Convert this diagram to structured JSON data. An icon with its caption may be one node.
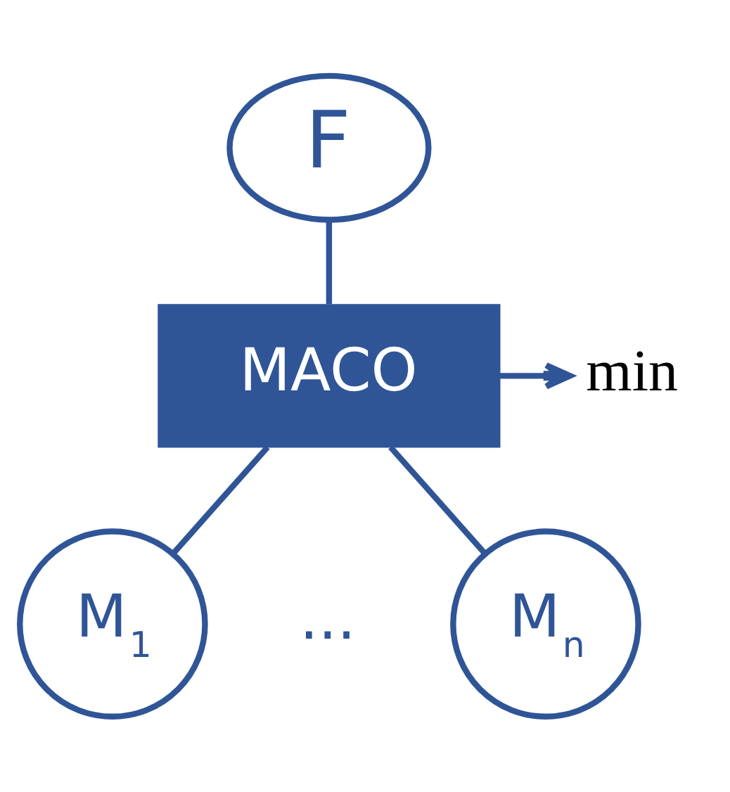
{
  "diagram": {
    "nodes": [
      {
        "text": [
          "F"
        ]
      },
      {
        "text": [
          "MACO"
        ]
      },
      {
        "text": [
          "M$_{1}$"
        ]
      },
      {
        "text": [
          "M$_{n}$"
        ]
      },
      {
        "text": [
          "min"
        ]
      }
    ],
    "edges": [
      {
        "from": 0,
        "to": 1,
        "arrow": "none"
      },
      {
        "from": 1,
        "to": 2,
        "arrow": "none"
      },
      {
        "from": 1,
        "to": 3,
        "arrow": "none"
      },
      {
        "from": 1,
        "to": 4,
        "arrow": "to"
      }
    ],
    "labels": [
      "..."
    ]
  }
}
